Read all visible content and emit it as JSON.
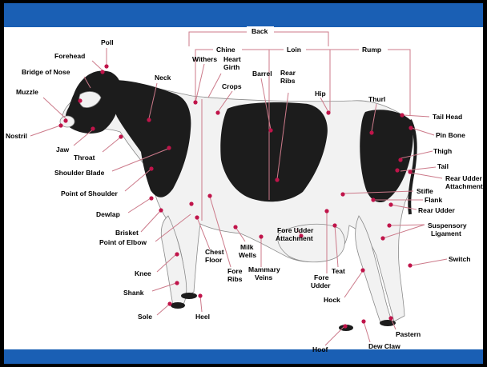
{
  "colors": {
    "frame": "#000000",
    "band": "#1a5fb4",
    "panel": "#ffffff",
    "marker": "#c0144a",
    "leader": "#cc7a8a",
    "bracket": "#cc7a8a",
    "hide_black": "#1c1c1c",
    "hide_white": "#f2f2f2"
  },
  "header_labels": {
    "back": "Back",
    "chine": "Chine",
    "loin": "Loin",
    "rump": "Rump"
  },
  "labels": {
    "poll": "Poll",
    "forehead": "Forehead",
    "bridge_of_nose": "Bridge of Nose",
    "muzzle": "Muzzle",
    "nostril": "Nostril",
    "jaw": "Jaw",
    "throat": "Throat",
    "shoulder_blade": "Shoulder Blade",
    "point_of_shoulder": "Point of Shoulder",
    "dewlap": "Dewlap",
    "brisket": "Brisket",
    "point_of_elbow": "Point of Elbow",
    "knee": "Knee",
    "shank": "Shank",
    "sole": "Sole",
    "heel": "Heel",
    "neck": "Neck",
    "withers": "Withers",
    "heart_girth_1": "Heart",
    "heart_girth_2": "Girth",
    "crops": "Crops",
    "barrel": "Barrel",
    "rear_ribs_1": "Rear",
    "rear_ribs_2": "Ribs",
    "hip": "Hip",
    "thurl": "Thurl",
    "tail_head": "Tail Head",
    "pin_bone": "Pin Bone",
    "thigh": "Thigh",
    "tail": "Tail",
    "rear_udder_attachment_1": "Rear Udder",
    "rear_udder_attachment_2": "Attachment",
    "stifle": "Stifle",
    "flank": "Flank",
    "rear_udder": "Rear Udder",
    "suspensory_ligament_1": "Suspensory",
    "suspensory_ligament_2": "Ligament",
    "switch": "Switch",
    "chest_floor_1": "Chest",
    "chest_floor_2": "Floor",
    "fore_ribs_1": "Fore",
    "fore_ribs_2": "Ribs",
    "milk_wells_1": "Milk",
    "milk_wells_2": "Wells",
    "mammary_veins_1": "Mammary",
    "mammary_veins_2": "Veins",
    "fore_udder_attachment_1": "Fore Udder",
    "fore_udder_attachment_2": "Attachment",
    "teat": "Teat",
    "fore_udder_1": "Fore",
    "fore_udder_2": "Udder",
    "hock": "Hock",
    "pastern": "Pastern",
    "hoof": "Hoof",
    "dew_claw": "Dew Claw"
  }
}
